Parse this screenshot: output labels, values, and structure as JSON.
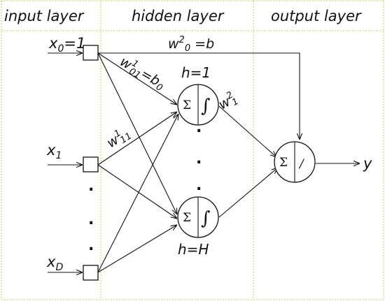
{
  "layers": {
    "input_title": "input layer",
    "hidden_title": "hidden layer",
    "output_title": "output layer"
  },
  "inputs": {
    "x0": {
      "base": "x",
      "sub": "0",
      "suffix": "=1"
    },
    "x1": {
      "base": "x",
      "sub": "1"
    },
    "xD": {
      "base": "x",
      "sub": "D"
    }
  },
  "hidden": {
    "top_label": "h=1",
    "bottom_label": "h=H"
  },
  "weights": {
    "w2_0": {
      "base": "w",
      "sup": "2",
      "sub": "0",
      "suffix": " =b"
    },
    "w1_01": {
      "base": "w",
      "sup": "1",
      "sub": "01",
      "suffix": "=b",
      "suffix_sub": "0"
    },
    "w1_11": {
      "base": "w",
      "sup": "1",
      "sub": "11"
    },
    "w2_1": {
      "base": "w",
      "sup": "2",
      "sub": "1"
    }
  },
  "output": {
    "label": "y"
  },
  "symbols": {
    "sum": "Σ",
    "integral": "∫",
    "linear": "/",
    "ellipsis_dot": "."
  }
}
